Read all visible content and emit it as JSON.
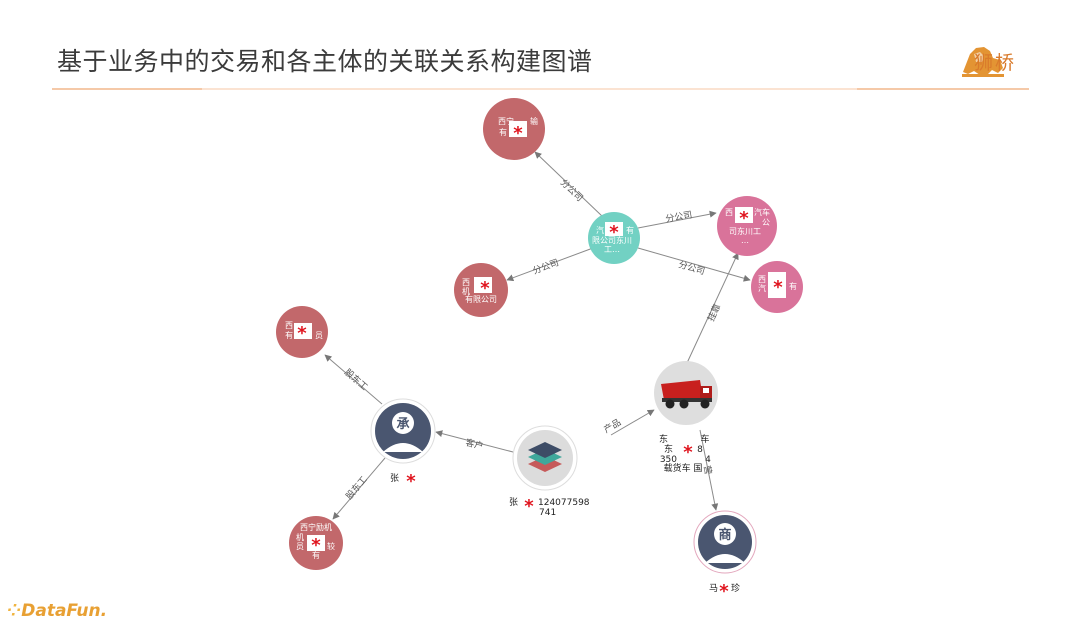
{
  "header": {
    "title": "基于业务中的交易和各主体的关联关系构建图谱",
    "brand_name": "狮桥"
  },
  "footer": {
    "logo_text": "DataFun."
  },
  "colors": {
    "company_red": "#c2686b",
    "company_pink": "#d9739a",
    "company_teal": "#72d1c3",
    "person_avatar": "#4a5670",
    "accent_star": "#e0141e",
    "divider": "#f5c9a8",
    "brand_orange": "#e39433"
  },
  "mask_symbol": "*",
  "nodes": {
    "top_company": {
      "line1": "西宁",
      "line2": "有",
      "suffix": "输"
    },
    "hub": {
      "line1": "汽",
      "line2": "限公司东川",
      "line3": "工…",
      "suffix": "有"
    },
    "pink_1": {
      "line1": "西",
      "line2": "公",
      "line3": "司东川工",
      "line4": "…",
      "suffix": "汽车"
    },
    "pink_2": {
      "line1": "西",
      "line2": "汽",
      "suffix": "有"
    },
    "mid_company": {
      "line1": "西",
      "line2": "机",
      "line3": "有限公司"
    },
    "left_company": {
      "line1": "西",
      "line2": "有",
      "suffix": "员"
    },
    "bottom_company": {
      "line1": "西宁励机",
      "line2": "机",
      "line3": "员",
      "line4": "有",
      "suffix": "较"
    },
    "person_cheng": {
      "glyph": "承",
      "name_prefix": "张"
    },
    "product": {
      "caption_prefix": "张",
      "caption_value": "124077598",
      "caption_line2": "741"
    },
    "truck": {
      "line1_a": "东",
      "line1_b": "车",
      "line2_a": "东",
      "line2_b": "8",
      "line3_a": "350",
      "line3_b": "4",
      "line4": "载货车 国",
      "line4_b": "营"
    },
    "person_shang": {
      "glyph": "商",
      "name_prefix": "马",
      "name_suffix": "珍"
    }
  },
  "edges": {
    "top_branch": "分公司",
    "pink1_branch": "分公司",
    "pink2_branch": "分公司",
    "mid_branch": "分公司",
    "left_employee": "股东工",
    "bottom_employee": "股东工",
    "customer": "客户",
    "product": "产品",
    "mounted": "挂靠",
    "truck_bottom": "营"
  }
}
